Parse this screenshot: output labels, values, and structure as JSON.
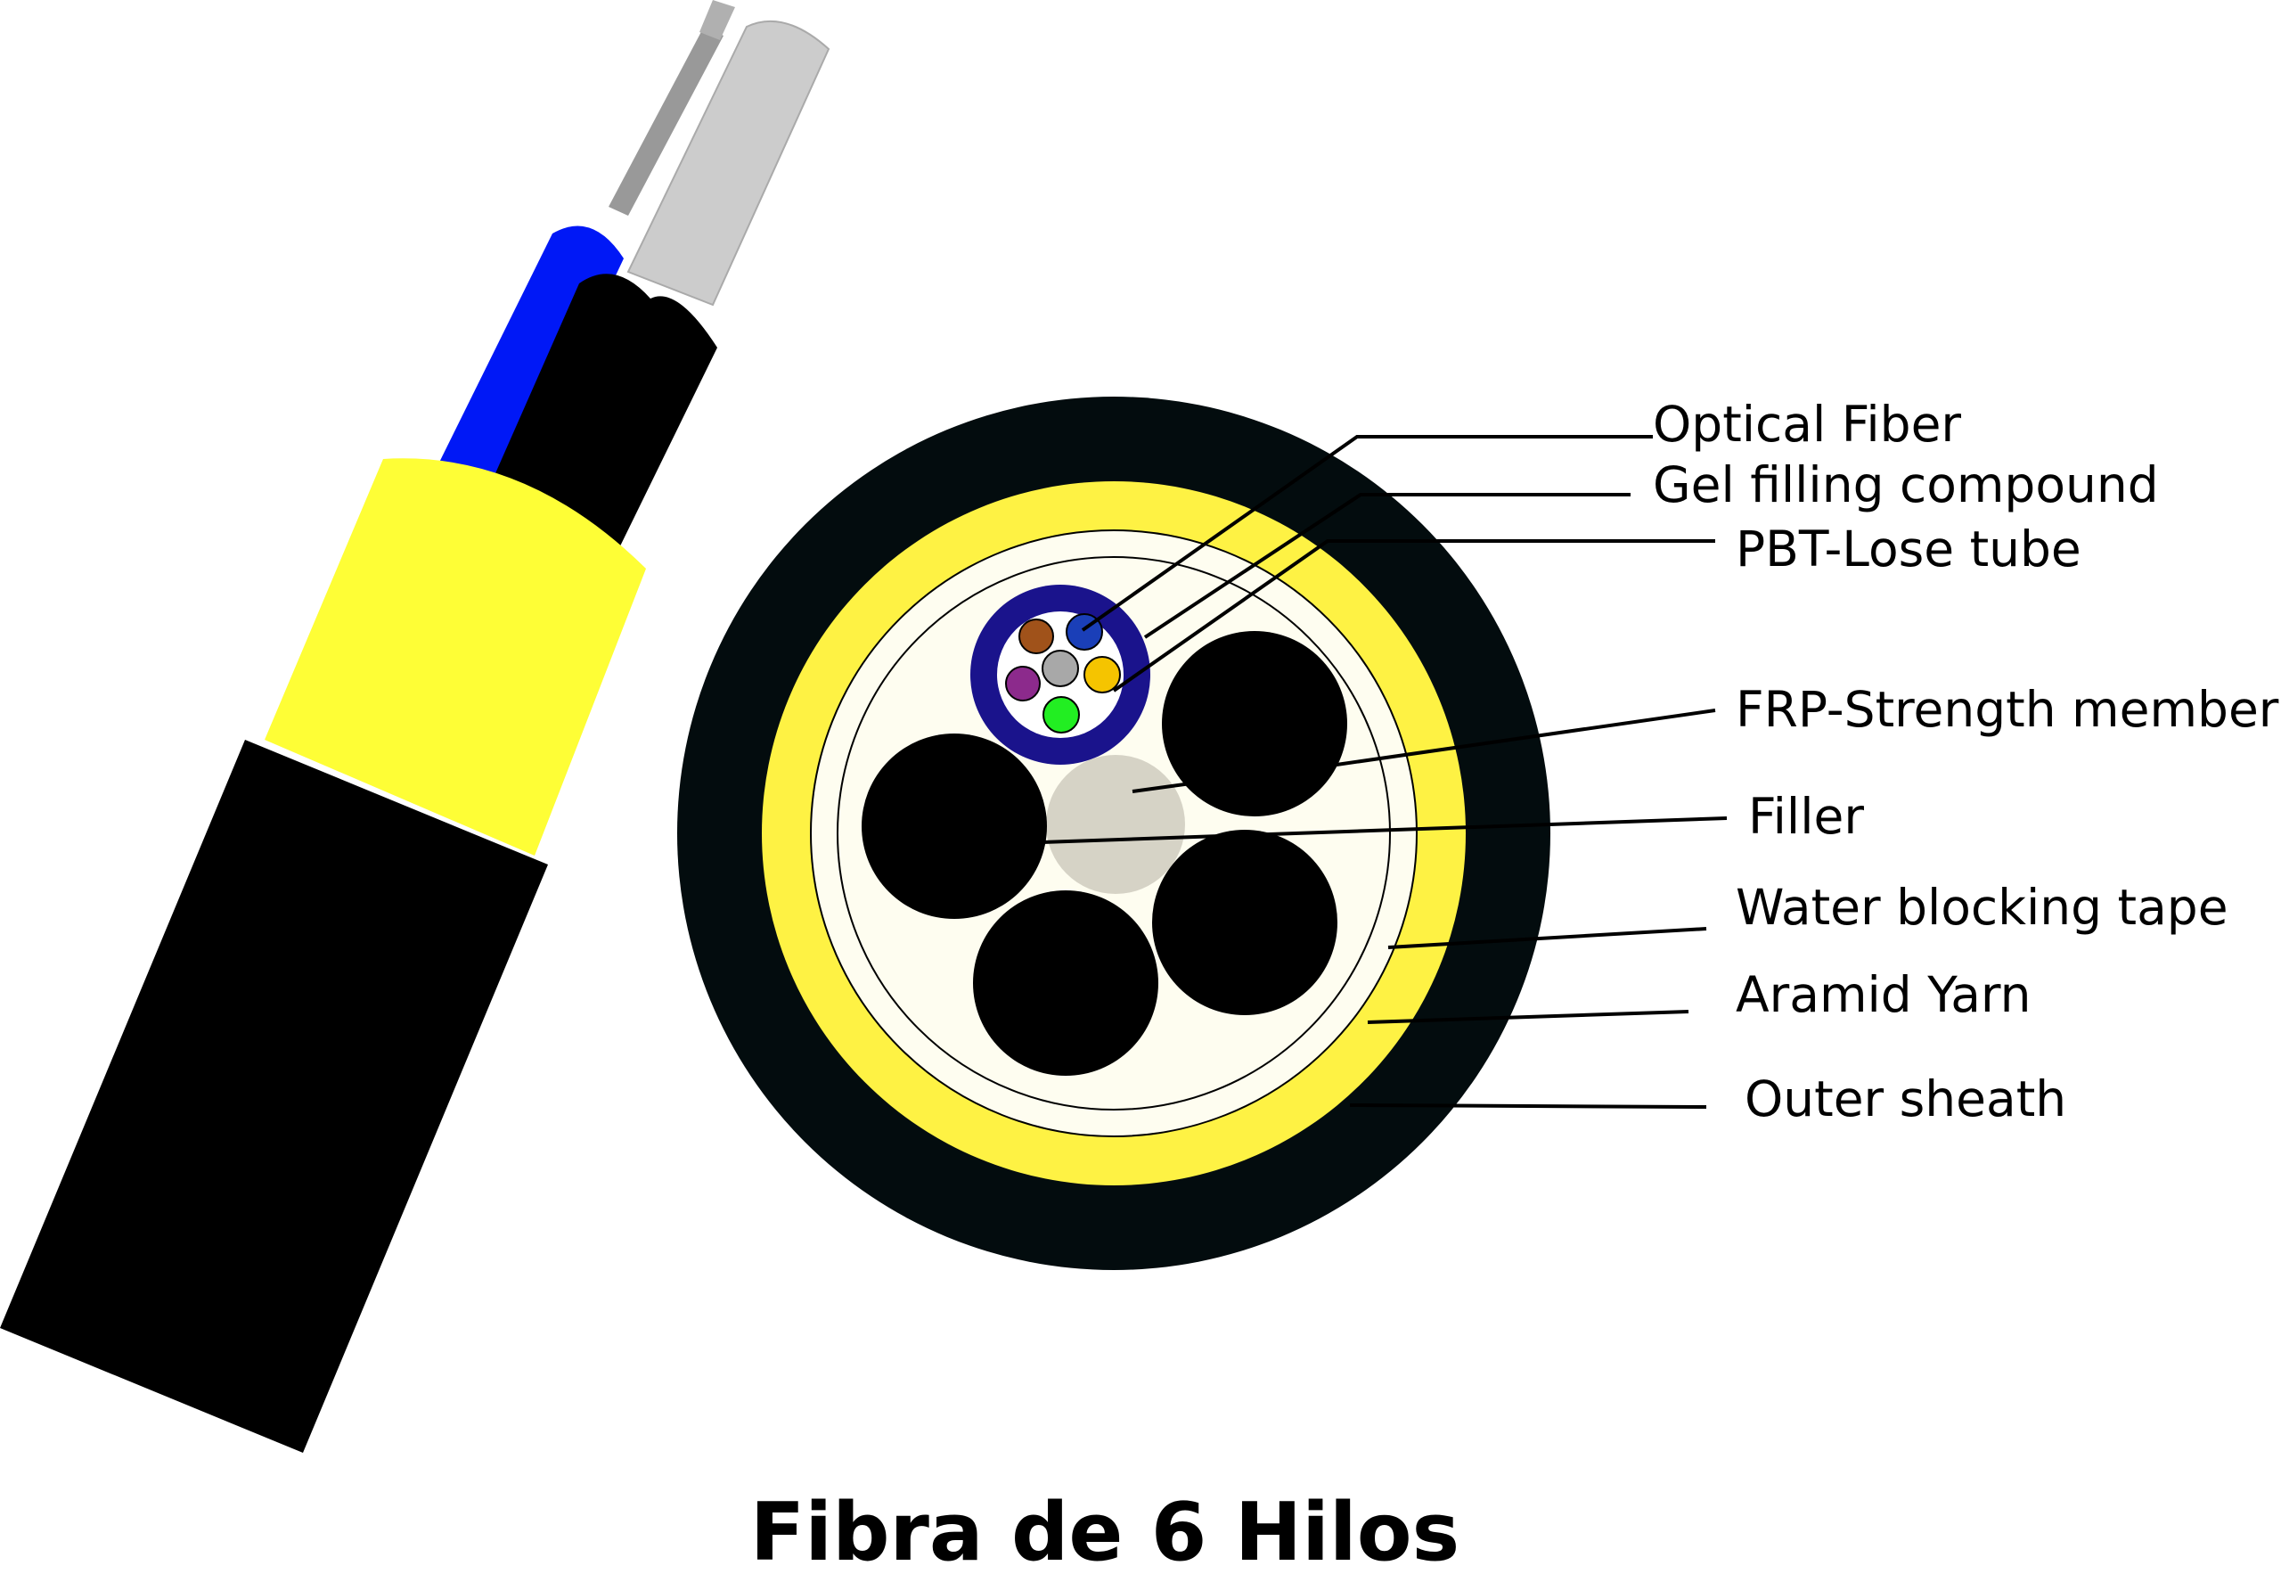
{
  "title": "Fibra de 6 Hilos",
  "labels": {
    "optical_fiber": "Optical Fiber",
    "gel_filling": "Gel filling compound",
    "pbt_tube": "PBT-Lose tube",
    "frp_member": "FRP-Strength  member",
    "filler": "Filler",
    "water_tape": "Water blocking tape",
    "aramid_yarn": "Aramid Yarn",
    "outer_sheath": "Outer sheath"
  },
  "colors": {
    "outer_sheath": "#030c0e",
    "aramid_yarn": "#fef244",
    "core": "#fefdf0",
    "pbt_tube": "#1a138c",
    "filler": "#d6d3c6",
    "strength_member": "#000000",
    "cable_jacket_yellow": "#fefe36",
    "blue_strand": "#0018f6",
    "light_gray": "#cccccc",
    "gray": "#999999"
  },
  "fiber_colors": [
    {
      "name": "brown",
      "color": "#a0521a"
    },
    {
      "name": "blue",
      "color": "#1a3fb8"
    },
    {
      "name": "purple",
      "color": "#8c2a8c"
    },
    {
      "name": "gray",
      "color": "#a8a8a8"
    },
    {
      "name": "yellow",
      "color": "#f5c400"
    },
    {
      "name": "green",
      "color": "#22ee22"
    }
  ]
}
